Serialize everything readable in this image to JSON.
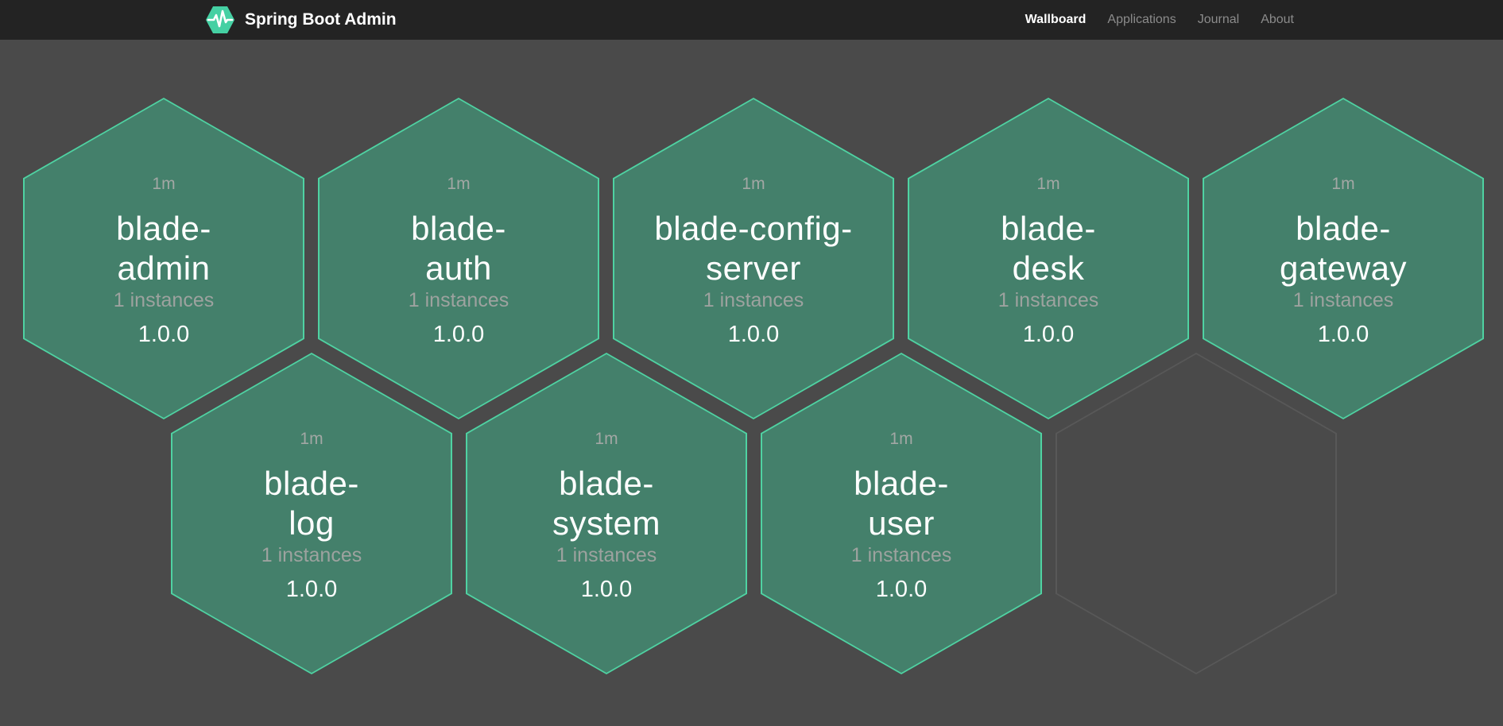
{
  "header": {
    "brand": "Spring Boot Admin",
    "nav": [
      {
        "label": "Wallboard",
        "active": true
      },
      {
        "label": "Applications",
        "active": false
      },
      {
        "label": "Journal",
        "active": false
      },
      {
        "label": "About",
        "active": false
      }
    ]
  },
  "colors": {
    "bg": "#4a4a4a",
    "header-bg": "#232323",
    "hex-fill": "#44806b",
    "hex-border": "#4fd2a2",
    "empty-border": "#585858",
    "accent": "#45d0a3",
    "muted": "#9da29f",
    "nav-muted": "#8b8b8b"
  },
  "icons": {
    "logo": "pulse-hexagon-icon"
  },
  "apps": [
    {
      "name": "blade-admin",
      "name_lines": [
        "blade-",
        "admin"
      ],
      "uptime": "1m",
      "instances": "1 instances",
      "version": "1.0.0",
      "status": "up"
    },
    {
      "name": "blade-auth",
      "name_lines": [
        "blade-",
        "auth"
      ],
      "uptime": "1m",
      "instances": "1 instances",
      "version": "1.0.0",
      "status": "up"
    },
    {
      "name": "blade-config-server",
      "name_lines": [
        "blade-config-",
        "server"
      ],
      "uptime": "1m",
      "instances": "1 instances",
      "version": "1.0.0",
      "status": "up"
    },
    {
      "name": "blade-desk",
      "name_lines": [
        "blade-",
        "desk"
      ],
      "uptime": "1m",
      "instances": "1 instances",
      "version": "1.0.0",
      "status": "up"
    },
    {
      "name": "blade-gateway",
      "name_lines": [
        "blade-",
        "gateway"
      ],
      "uptime": "1m",
      "instances": "1 instances",
      "version": "1.0.0",
      "status": "up"
    },
    {
      "name": "blade-log",
      "name_lines": [
        "blade-",
        "log"
      ],
      "uptime": "1m",
      "instances": "1 instances",
      "version": "1.0.0",
      "status": "up"
    },
    {
      "name": "blade-system",
      "name_lines": [
        "blade-",
        "system"
      ],
      "uptime": "1m",
      "instances": "1 instances",
      "version": "1.0.0",
      "status": "up"
    },
    {
      "name": "blade-user",
      "name_lines": [
        "blade-",
        "user"
      ],
      "uptime": "1m",
      "instances": "1 instances",
      "version": "1.0.0",
      "status": "up"
    }
  ],
  "empty_slots": 1
}
